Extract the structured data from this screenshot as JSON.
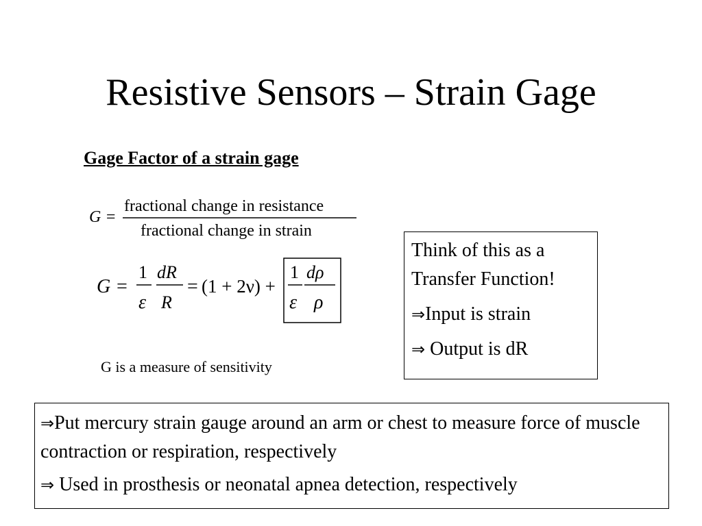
{
  "slide": {
    "title": "Resistive Sensors – Strain Gage",
    "subtitle": "Gage Factor of a strain gage",
    "caption": "G is a measure of sensitivity"
  },
  "formula1": {
    "lhs": "G =",
    "numerator": "fractional change in resistance",
    "denominator": "fractional change in strain"
  },
  "formula2": {
    "lhs": "G =",
    "one": "1",
    "epsilon": "ε",
    "dR": "dR",
    "R": "R",
    "equals": "=",
    "poisson_term": "(1 + 2ν) +",
    "d_rho": "dρ",
    "rho": "ρ"
  },
  "transfer_box": {
    "line1": "Think of this as a",
    "line2": "Transfer Function!",
    "arrow": "⇒",
    "input_text": "Input is strain",
    "output_text": " Output is dR"
  },
  "application_box": {
    "arrow": "⇒",
    "item1": "Put mercury strain gauge around an arm or chest to measure force of muscle contraction or respiration, respectively",
    "item2": " Used in prosthesis or neonatal apnea detection, respectively"
  },
  "icons": {
    "implies": "implies-arrow-icon"
  }
}
